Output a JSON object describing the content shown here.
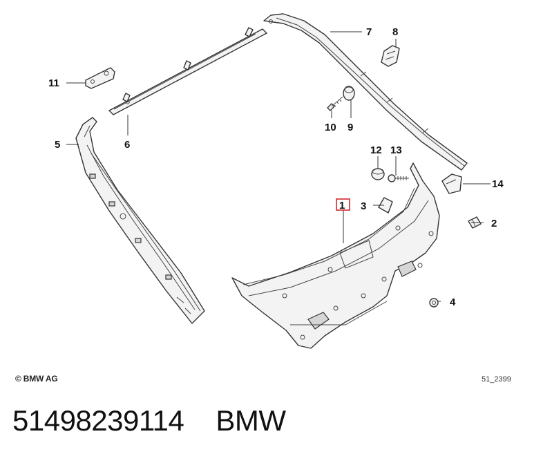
{
  "diagram": {
    "callouts": [
      {
        "id": "1",
        "text": "1",
        "highlighted": true
      },
      {
        "id": "2",
        "text": "2"
      },
      {
        "id": "3",
        "text": "3"
      },
      {
        "id": "4",
        "text": "4"
      },
      {
        "id": "5",
        "text": "5"
      },
      {
        "id": "6",
        "text": "6"
      },
      {
        "id": "7",
        "text": "7"
      },
      {
        "id": "8",
        "text": "8"
      },
      {
        "id": "9",
        "text": "9"
      },
      {
        "id": "10",
        "text": "10"
      },
      {
        "id": "11",
        "text": "11"
      },
      {
        "id": "12",
        "text": "12"
      },
      {
        "id": "13",
        "text": "13"
      },
      {
        "id": "14",
        "text": "14"
      }
    ],
    "highlight_color": "#d0262e",
    "copyright": "© BMW AG",
    "drawing_number": "51_2399"
  },
  "footer": {
    "part_number": "51498239114",
    "brand": "BMW"
  }
}
